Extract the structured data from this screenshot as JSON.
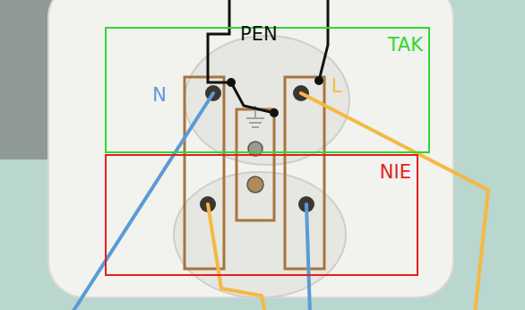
{
  "diagram": {
    "nodes": [
      {
        "text": [
          "TAK"
        ]
      },
      {
        "text": [
          "NIE"
        ]
      }
    ],
    "labels": [
      "PEN",
      "N",
      "L"
    ]
  }
}
